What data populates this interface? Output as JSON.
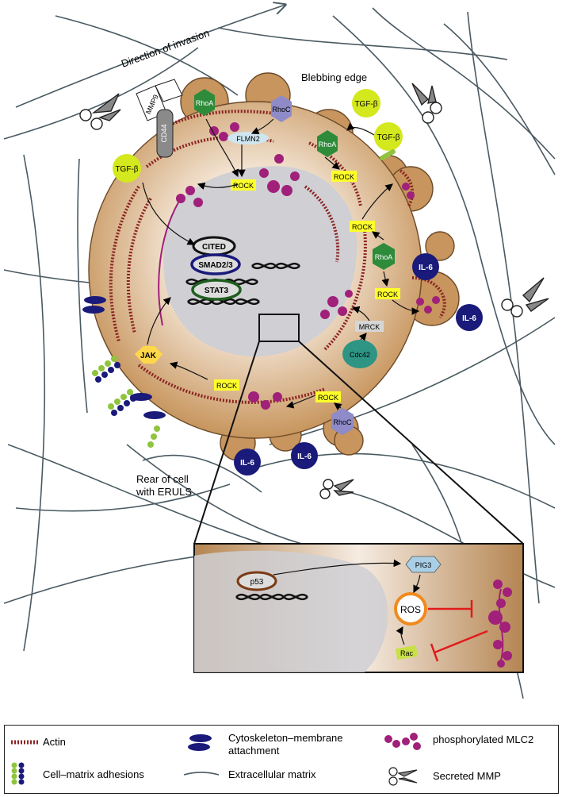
{
  "labels": {
    "direction": "Direction of invasion",
    "blebbing_edge": "Blebbing edge",
    "rear": "Rear of cell",
    "rear2": "with ERULS"
  },
  "molecules": {
    "tgf_beta": "TGF-β",
    "rhoa": "RhoA",
    "rhoc": "RhoC",
    "flmn2": "FLMN2",
    "rock": "ROCK",
    "cited": "CITED",
    "smad": "SMAD2/3",
    "stat3": "STAT3",
    "jak": "JAK",
    "il6": "IL-6",
    "mrck": "MRCK",
    "cdc42": "Cdc42",
    "mmp9": "MMP9",
    "cd44": "CD44"
  },
  "inset": {
    "p53": "p53",
    "pig3": "PIG3",
    "ros": "ROS",
    "rac": "Rac"
  },
  "legend": {
    "actin": "Actin",
    "cytoskeleton_1": "Cytoskeleton–membrane",
    "cytoskeleton_2": "attachment",
    "mlc2": "phosphorylated MLC2",
    "adhesions": "Cell–matrix adhesions",
    "ecm": "Extracellular matrix",
    "mmp": "Secreted MMP"
  },
  "colors": {
    "cell_body": "#c7955d",
    "nucleus": "#cfcfd4",
    "rho_green": "#2e8b3a",
    "rhoc_purple": "#8f8ac8",
    "tgf_yellow": "#d4e81e",
    "il6_navy": "#1a1a7a",
    "rock_yellow": "#ffff2a",
    "mlc2_magenta": "#a0207a",
    "actin_red": "#8a2323",
    "ecm_grey": "#4a5a62",
    "cdc42_teal": "#2e9484",
    "inhibit_red": "#e01b1b"
  }
}
